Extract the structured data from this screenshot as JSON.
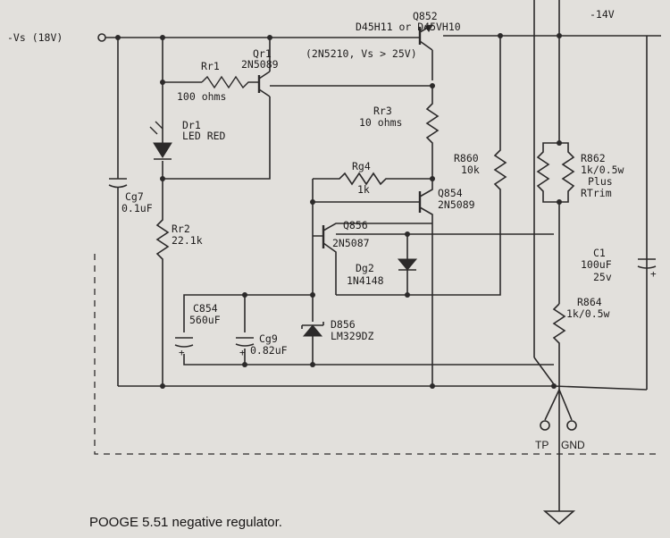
{
  "supply": {
    "label": "-Vs (18V)",
    "out_label": "-14V"
  },
  "caption": "POOGE 5.51 negative regulator.",
  "testpoints": {
    "tp": "TP",
    "gnd": "GND"
  },
  "components": {
    "Q852": {
      "ref": "Q852",
      "part": "D45H11 or D45VH10"
    },
    "Qr1": {
      "ref": "Qr1",
      "part": "2N5089",
      "note": "(2N5210, Vs > 25V)"
    },
    "Rr1": {
      "ref": "Rr1",
      "value": "100 ohms"
    },
    "Dr1": {
      "ref": "Dr1",
      "value": "LED RED"
    },
    "Rr3": {
      "ref": "Rr3",
      "value": "10 ohms"
    },
    "R860": {
      "ref": "R860",
      "value": "10k"
    },
    "R862": {
      "ref": "R862",
      "value": "1k/0.5w",
      "note": "Plus",
      "note2": "RTrim"
    },
    "Rg4": {
      "ref": "Rg4",
      "value": "1k"
    },
    "Q854": {
      "ref": "Q854",
      "part": "2N5089"
    },
    "Cg7": {
      "ref": "Cg7",
      "value": "0.1uF"
    },
    "Rr2": {
      "ref": "Rr2",
      "value": "22.1k"
    },
    "Q856": {
      "ref": "Q856",
      "part": "2N5087"
    },
    "Dg2": {
      "ref": "Dg2",
      "part": "1N4148"
    },
    "C1": {
      "ref": "C1",
      "value": "100uF",
      "voltage": "25v"
    },
    "C854": {
      "ref": "C854",
      "value": "560uF"
    },
    "Cg9": {
      "ref": "Cg9",
      "value": "0.82uF"
    },
    "D856": {
      "ref": "D856",
      "part": "LM329DZ"
    },
    "R864": {
      "ref": "R864",
      "value": "1k/0.5w"
    }
  }
}
